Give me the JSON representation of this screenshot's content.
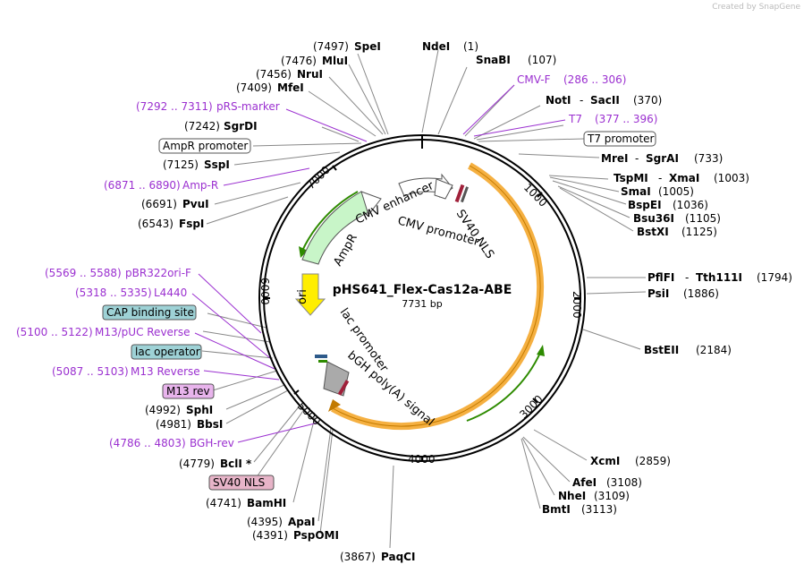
{
  "credit": "Created by SnapGene",
  "plasmid": {
    "name": "pHS641_Flex-Cas12a-ABE",
    "size": "7731 bp"
  },
  "ticks": [
    "1000",
    "2000",
    "3000",
    "4000",
    "5000",
    "6000",
    "7000"
  ],
  "features": {
    "cmv_enhancer": "CMV enhancer",
    "cmv_promoter": "CMV promoter",
    "sv40_nls": "SV40 NLS",
    "ampr": "AmpR",
    "ori": "ori",
    "lac_promoter": "lac promoter",
    "bgh": "bGH poly(A) signal"
  },
  "right_labels": [
    {
      "name": "NdeI",
      "pos": "(1)"
    },
    {
      "name": "SnaBI",
      "pos": "(107)"
    },
    {
      "name": "CMV-F",
      "pos": "(286 .. 306)"
    },
    {
      "name": "NotI",
      "name2": "SacII",
      "pos": "(370)"
    },
    {
      "name": "T7",
      "pos": "(377 .. 396)"
    },
    {
      "name": "T7 promoter"
    },
    {
      "name": "MreI",
      "name2": "SgrAI",
      "pos": "(733)"
    },
    {
      "name": "TspMI",
      "name2": "XmaI",
      "pos": "(1003)"
    },
    {
      "name": "SmaI",
      "pos": "(1005)"
    },
    {
      "name": "BspEI",
      "pos": "(1036)"
    },
    {
      "name": "Bsu36I",
      "pos": "(1105)"
    },
    {
      "name": "BstXI",
      "pos": "(1125)"
    },
    {
      "name": "PflFI",
      "name2": "Tth111I",
      "pos": "(1794)"
    },
    {
      "name": "PsiI",
      "pos": "(1886)"
    },
    {
      "name": "BstEII",
      "pos": "(2184)"
    },
    {
      "name": "XcmI",
      "pos": "(2859)"
    },
    {
      "name": "AfeI",
      "pos": "(3108)"
    },
    {
      "name": "NheI",
      "pos": "(3109)"
    },
    {
      "name": "BmtI",
      "pos": "(3113)"
    },
    {
      "name": "PaqCI",
      "pos": "(3867)"
    }
  ],
  "left_labels": [
    {
      "name": "SpeI",
      "pos": "(7497)"
    },
    {
      "name": "MluI",
      "pos": "(7476)"
    },
    {
      "name": "NruI",
      "pos": "(7456)"
    },
    {
      "name": "MfeI",
      "pos": "(7409)"
    },
    {
      "name": "pRS-marker",
      "pos": "(7292 .. 7311)"
    },
    {
      "name": "SgrDI",
      "pos": "(7242)"
    },
    {
      "name": "AmpR promoter"
    },
    {
      "name": "SspI",
      "pos": "(7125)"
    },
    {
      "name": "Amp-R",
      "pos": "(6871 .. 6890)"
    },
    {
      "name": "PvuI",
      "pos": "(6691)"
    },
    {
      "name": "FspI",
      "pos": "(6543)"
    },
    {
      "name": "pBR322ori-F",
      "pos": "(5569 .. 5588)"
    },
    {
      "name": "L4440",
      "pos": "(5318 .. 5335)"
    },
    {
      "name": "CAP binding site"
    },
    {
      "name": "M13/pUC Reverse",
      "pos": "(5100 .. 5122)"
    },
    {
      "name": "lac operator"
    },
    {
      "name": "M13 Reverse",
      "pos": "(5087 .. 5103)"
    },
    {
      "name": "M13 rev"
    },
    {
      "name": "SphI",
      "pos": "(4992)"
    },
    {
      "name": "BbsI",
      "pos": "(4981)"
    },
    {
      "name": "BGH-rev",
      "pos": "(4786 .. 4803)"
    },
    {
      "name": "BclI *",
      "pos": "(4779)"
    },
    {
      "name": "SV40 NLS"
    },
    {
      "name": "BamHI",
      "pos": "(4741)"
    },
    {
      "name": "ApaI",
      "pos": "(4395)"
    },
    {
      "name": "PspOMI",
      "pos": "(4391)"
    }
  ],
  "colors": {
    "backbone": "#000000",
    "cds_orange": "#f5b041",
    "green_arrow": "#2e8b00",
    "ampr_fill": "#c8f5c8",
    "ori_fill": "#ffee00",
    "primer": "#9b30d0",
    "cap_box": "#9ed2d6",
    "m13_box": "#e8b4ec",
    "sv40_box": "#e7b4c8",
    "leader": "#888888"
  }
}
